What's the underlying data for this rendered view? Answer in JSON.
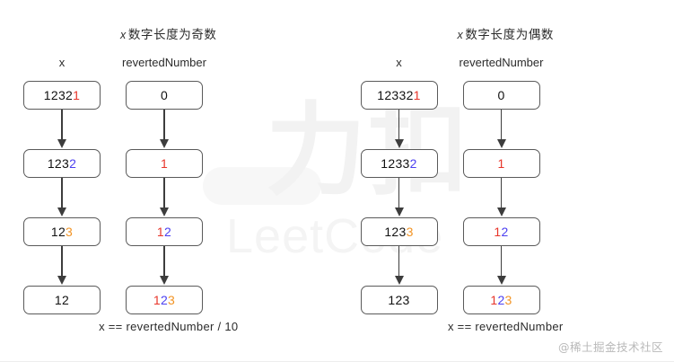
{
  "watermark": {
    "logo_glyph": "力扣",
    "logo_word": "LeetCode",
    "corner_text": "@稀土掘金技术社区"
  },
  "digit_colors": {
    "black": "#111111",
    "red": "#e8352a",
    "blue": "#4b3ff0",
    "orange": "#f29425"
  },
  "panels": [
    {
      "title_lead": "x",
      "title": "数字长度为奇数",
      "columns": [
        {
          "header": "x",
          "cells": [
            {
              "digits": [
                {
                  "t": "1232",
                  "c": "black"
                },
                {
                  "t": "1",
                  "c": "red"
                }
              ]
            },
            {
              "digits": [
                {
                  "t": "123",
                  "c": "black"
                },
                {
                  "t": "2",
                  "c": "blue"
                }
              ]
            },
            {
              "digits": [
                {
                  "t": "12",
                  "c": "black"
                },
                {
                  "t": "3",
                  "c": "orange"
                }
              ]
            },
            {
              "digits": [
                {
                  "t": "12",
                  "c": "black"
                }
              ]
            }
          ]
        },
        {
          "header": "revertedNumber",
          "cells": [
            {
              "digits": [
                {
                  "t": "0",
                  "c": "black"
                }
              ]
            },
            {
              "digits": [
                {
                  "t": "1",
                  "c": "red"
                }
              ]
            },
            {
              "digits": [
                {
                  "t": "1",
                  "c": "red"
                },
                {
                  "t": "2",
                  "c": "blue"
                }
              ]
            },
            {
              "digits": [
                {
                  "t": "1",
                  "c": "red"
                },
                {
                  "t": "2",
                  "c": "blue"
                },
                {
                  "t": "3",
                  "c": "orange"
                }
              ]
            }
          ]
        }
      ],
      "footer": "x == revertedNumber / 10"
    },
    {
      "title_lead": "x",
      "title": "数字长度为偶数",
      "columns": [
        {
          "header": "x",
          "cells": [
            {
              "digits": [
                {
                  "t": "12332",
                  "c": "black"
                },
                {
                  "t": "1",
                  "c": "red"
                }
              ]
            },
            {
              "digits": [
                {
                  "t": "1233",
                  "c": "black"
                },
                {
                  "t": "2",
                  "c": "blue"
                }
              ]
            },
            {
              "digits": [
                {
                  "t": "123",
                  "c": "black"
                },
                {
                  "t": "3",
                  "c": "orange"
                }
              ]
            },
            {
              "digits": [
                {
                  "t": "123",
                  "c": "black"
                }
              ]
            }
          ]
        },
        {
          "header": "revertedNumber",
          "cells": [
            {
              "digits": [
                {
                  "t": "0",
                  "c": "black"
                }
              ]
            },
            {
              "digits": [
                {
                  "t": "1",
                  "c": "red"
                }
              ]
            },
            {
              "digits": [
                {
                  "t": "1",
                  "c": "red"
                },
                {
                  "t": "2",
                  "c": "blue"
                }
              ]
            },
            {
              "digits": [
                {
                  "t": "1",
                  "c": "red"
                },
                {
                  "t": "2",
                  "c": "blue"
                },
                {
                  "t": "3",
                  "c": "orange"
                }
              ]
            }
          ]
        }
      ],
      "footer": "x == revertedNumber"
    }
  ]
}
